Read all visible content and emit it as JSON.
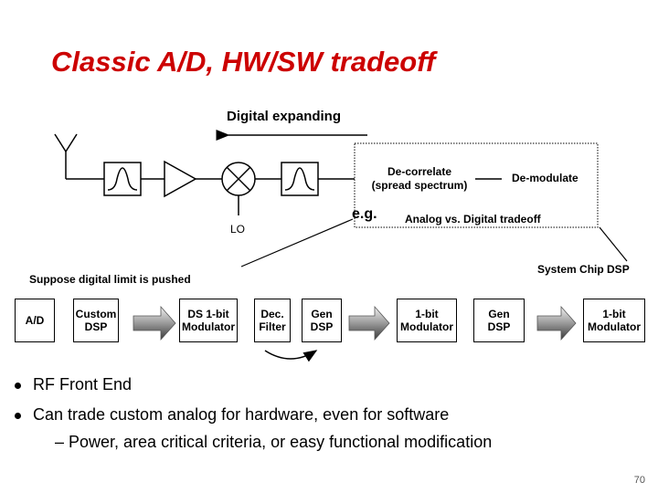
{
  "slide": {
    "title": "Classic A/D, HW/SW tradeoff",
    "page_number": "70"
  },
  "diagram": {
    "digital_expanding": "Digital expanding",
    "decorrelate_line1": "De-correlate",
    "decorrelate_line2": "(spread spectrum)",
    "demodulate": "De-modulate",
    "eg": "e.g.",
    "analog_vs_digital": "Analog vs. Digital tradeoff",
    "lo": "LO",
    "system_chip_dsp": "System Chip DSP",
    "suppose": "Suppose digital limit is pushed",
    "chain": {
      "ad": "A/D",
      "custom_dsp_1": "Custom",
      "custom_dsp_2": "DSP",
      "ds_mod_1": "DS 1-bit",
      "ds_mod_2": "Modulator",
      "dec_filter_1": "Dec.",
      "dec_filter_2": "Filter",
      "gen_dsp_1": "Gen",
      "gen_dsp_2": "DSP",
      "onebit_mod_1": "1-bit",
      "onebit_mod_2": "Modulator",
      "gen_dsp_b_1": "Gen",
      "gen_dsp_b_2": "DSP",
      "onebit_mod_b_1": "1-bit",
      "onebit_mod_b_2": "Modulator"
    }
  },
  "bullets": {
    "item1": "RF Front End",
    "item2": "Can trade custom analog for hardware, even for software",
    "sub1": "– Power, area critical criteria, or easy functional modification"
  }
}
